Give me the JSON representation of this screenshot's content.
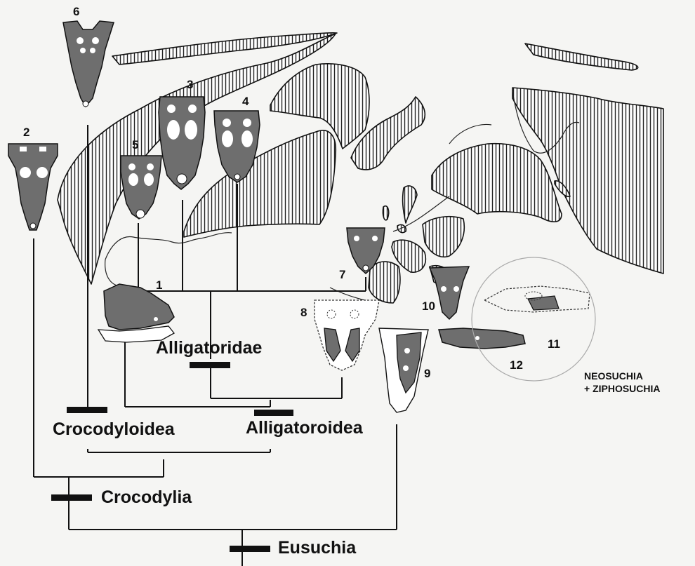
{
  "specimen_numbers": [
    "1",
    "2",
    "3",
    "4",
    "5",
    "6",
    "7",
    "8",
    "9",
    "10",
    "11",
    "12"
  ],
  "clades": {
    "alligatoridae": "Alligatoridae",
    "crocodyloidea": "Crocodyloidea",
    "alligatoroidea": "Alligatoroidea",
    "crocodylia": "Crocodylia",
    "eusuchia": "Eusuchia"
  },
  "outgroup": {
    "line1": "NEOSUCHIA",
    "line2": "+ ZIPHOSUCHIA"
  },
  "colors": {
    "skull_fill": "#6e6e6e",
    "line": "#111111",
    "hatch": "#222222",
    "background": "#f5f5f3"
  }
}
